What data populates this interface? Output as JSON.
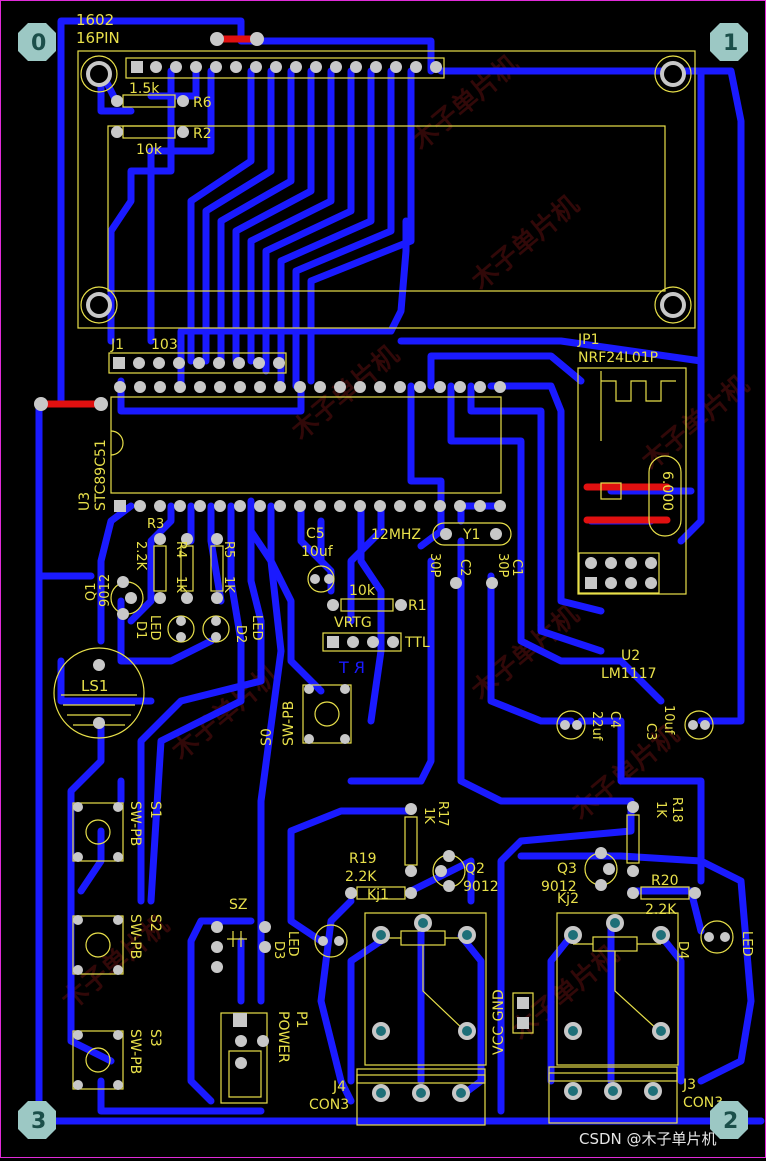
{
  "board": {
    "corner_marks": [
      "0",
      "1",
      "2",
      "3"
    ],
    "watermark": "木子单片机",
    "footer_credit": "CSDN @木子单片机"
  },
  "lcd": {
    "label_top": "1602",
    "label_sub": "16PIN"
  },
  "resistors": {
    "r6": {
      "ref": "R6",
      "value": "1.5k"
    },
    "r2": {
      "ref": "R2",
      "value": "10k"
    },
    "r3": {
      "ref": "R3",
      "value": "2.2K"
    },
    "r4": {
      "ref": "R4",
      "value": "1K"
    },
    "r5": {
      "ref": "R5",
      "value": "1K"
    },
    "r1": {
      "ref": "R1",
      "value": "10k"
    },
    "r17": {
      "ref": "R17",
      "value": "1K"
    },
    "r18": {
      "ref": "R18",
      "value": "1K"
    },
    "r19": {
      "ref": "R19",
      "value": "2.2K"
    },
    "r20": {
      "ref": "R20",
      "value": "2.2K"
    }
  },
  "connectors": {
    "j1": {
      "ref": "J1",
      "value": "103"
    },
    "jp1": {
      "ref": "JP1",
      "value": "NRF24L01P"
    },
    "vrtg": "VRTG",
    "ttl": "TTL",
    "power": {
      "ref": "P1",
      "value": "POWER"
    },
    "j4": {
      "ref": "J4",
      "value": "CON3"
    },
    "j3": {
      "ref": "J3",
      "value": "CON3"
    },
    "vcc_gnd": "VCC GND"
  },
  "ics": {
    "u3": {
      "ref": "U3",
      "value": "STC89C51"
    },
    "u2": {
      "ref": "U2",
      "value": "LM1117"
    }
  },
  "caps": {
    "c5": {
      "ref": "C5",
      "value": "10uf"
    },
    "c1": {
      "ref": "C1",
      "value": "30P"
    },
    "c2": {
      "ref": "C2",
      "value": "30P"
    },
    "c4": {
      "ref": "C4",
      "value": "22uf"
    },
    "c3": {
      "ref": "C3",
      "value": "10uf"
    }
  },
  "crystal": {
    "ref": "Y1",
    "value": "12MHZ"
  },
  "transistors": {
    "q1": {
      "ref": "Q1",
      "value": "9012"
    },
    "q2": {
      "ref": "Q2",
      "value": "9012"
    },
    "q3": {
      "ref": "Q3",
      "value": "9012"
    }
  },
  "leds": {
    "d1": {
      "ref": "D1",
      "value": "LED"
    },
    "d2": {
      "ref": "D2",
      "value": "LED"
    },
    "d3": {
      "ref": "D3",
      "value": "LED"
    },
    "d4": {
      "ref": "D4",
      "value": "LED"
    }
  },
  "buzzer": {
    "ref": "LS1"
  },
  "switches": {
    "s0": {
      "ref": "S0",
      "value": "SW-PB"
    },
    "s1": {
      "ref": "S1",
      "value": "SW-PB"
    },
    "s2": {
      "ref": "S2",
      "value": "SW-PB"
    },
    "s3": {
      "ref": "S3",
      "value": "SW-PB"
    },
    "sz": "SZ"
  },
  "relays": {
    "k1": "Kj1",
    "k2": "Kj2"
  },
  "markings": {
    "rt": "R T",
    "crystal_freq": "6.000"
  },
  "colors": {
    "background": "#000000",
    "trace": "#1a1aff",
    "silkscreen": "#e8e04a",
    "jumper": "#e01010",
    "pad": "#c8c8c8",
    "hole": "#1e6f78",
    "border": "#e02bd8"
  }
}
